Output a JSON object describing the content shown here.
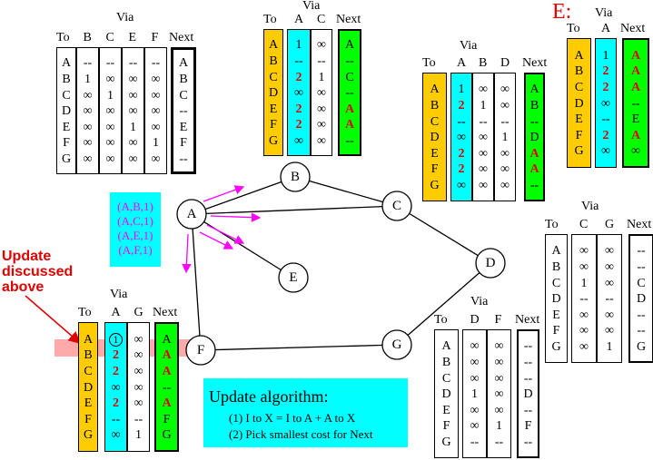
{
  "note": [
    "Update",
    "discussed",
    "above"
  ],
  "node_e_title": "E:",
  "messages": [
    "(A,B,1)",
    "(A,C,1)",
    "(A,E,1)",
    "(A,F,1)"
  ],
  "algorithm": {
    "title": "Update algorithm:",
    "step1": "(1) I to X = I to A + A to X",
    "step2": "(2) Pick smallest cost for Next"
  },
  "nodes": [
    "A",
    "B",
    "C",
    "D",
    "E",
    "F",
    "G"
  ],
  "tables": [
    {
      "id": "A",
      "via_label": "Via",
      "to_label": "To",
      "next_label": "Next",
      "via": [
        "B",
        "C",
        "E",
        "F"
      ],
      "rows": [
        [
          "A",
          "--",
          "--",
          "--",
          "--",
          "A"
        ],
        [
          "B",
          "1",
          "∞",
          "∞",
          "∞",
          "B"
        ],
        [
          "C",
          "∞",
          "1",
          "∞",
          "∞",
          "C"
        ],
        [
          "D",
          "∞",
          "∞",
          "∞",
          "∞",
          "--"
        ],
        [
          "E",
          "∞",
          "∞",
          "1",
          "∞",
          "E"
        ],
        [
          "F",
          "∞",
          "∞",
          "∞",
          "1",
          "F"
        ],
        [
          "G",
          "∞",
          "∞",
          "∞",
          "∞",
          "--"
        ]
      ]
    },
    {
      "id": "B",
      "via_label": "Via",
      "to_label": "To",
      "next_label": "Next",
      "via": [
        "A",
        "C"
      ],
      "rows": [
        [
          "A",
          "1",
          "∞",
          "A"
        ],
        [
          "B",
          "--",
          "--",
          "--"
        ],
        [
          "C",
          "2",
          "1",
          "C"
        ],
        [
          "D",
          "∞",
          "∞",
          "--"
        ],
        [
          "E",
          "2",
          "∞",
          "A"
        ],
        [
          "F",
          "2",
          "∞",
          "A"
        ],
        [
          "G",
          "∞",
          "∞",
          "--"
        ]
      ]
    },
    {
      "id": "C",
      "via_label": "Via",
      "to_label": "To",
      "next_label": "Next",
      "via": [
        "A",
        "B",
        "D"
      ],
      "rows": [
        [
          "A",
          "1",
          "∞",
          "∞",
          "A"
        ],
        [
          "B",
          "2",
          "1",
          "∞",
          "B"
        ],
        [
          "C",
          "--",
          "--",
          "--",
          "--"
        ],
        [
          "D",
          "∞",
          "∞",
          "1",
          "D"
        ],
        [
          "E",
          "2",
          "∞",
          "∞",
          "A"
        ],
        [
          "F",
          "2",
          "∞",
          "∞",
          "A"
        ],
        [
          "G",
          "∞",
          "∞",
          "∞",
          "--"
        ]
      ]
    },
    {
      "id": "E",
      "via_label": "Via",
      "to_label": "To",
      "next_label": "Next",
      "via": [
        "A"
      ],
      "rows": [
        [
          "A",
          "1",
          "A"
        ],
        [
          "B",
          "2",
          "A"
        ],
        [
          "C",
          "2",
          "A"
        ],
        [
          "D",
          "∞",
          "--"
        ],
        [
          "E",
          "--",
          "E"
        ],
        [
          "F",
          "2",
          "A"
        ],
        [
          "G",
          "∞",
          "∞"
        ]
      ]
    },
    {
      "id": "D",
      "via_label": "Via",
      "to_label": "To",
      "next_label": "Next",
      "via": [
        "C",
        "G"
      ],
      "rows": [
        [
          "A",
          "∞",
          "∞",
          "--"
        ],
        [
          "B",
          "∞",
          "∞",
          "--"
        ],
        [
          "C",
          "1",
          "∞",
          "C"
        ],
        [
          "D",
          "--",
          "--",
          "D"
        ],
        [
          "E",
          "∞",
          "∞",
          "--"
        ],
        [
          "F",
          "∞",
          "∞",
          "--"
        ],
        [
          "G",
          "∞",
          "1",
          "G"
        ]
      ]
    },
    {
      "id": "G",
      "via_label": "Via",
      "to_label": "To",
      "next_label": "Next",
      "via": [
        "D",
        "F"
      ],
      "rows": [
        [
          "A",
          "∞",
          "∞",
          "--"
        ],
        [
          "B",
          "∞",
          "∞",
          "--"
        ],
        [
          "C",
          "∞",
          "∞",
          "--"
        ],
        [
          "D",
          "1",
          "∞",
          "D"
        ],
        [
          "E",
          "∞",
          "∞",
          "--"
        ],
        [
          "F",
          "∞",
          "1",
          "F"
        ],
        [
          "G",
          "--",
          "--",
          "--"
        ]
      ]
    },
    {
      "id": "F",
      "via_label": "Via",
      "to_label": "To",
      "next_label": "Next",
      "via": [
        "A",
        "G"
      ],
      "rows": [
        [
          "A",
          "1",
          "∞",
          "A"
        ],
        [
          "B",
          "2",
          "∞",
          "A"
        ],
        [
          "C",
          "2",
          "∞",
          "A"
        ],
        [
          "D",
          "∞",
          "∞",
          "--"
        ],
        [
          "E",
          "2",
          "∞",
          "A"
        ],
        [
          "F",
          "--",
          "--",
          "F"
        ],
        [
          "G",
          "∞",
          "1",
          "G"
        ]
      ]
    }
  ],
  "colors": {
    "to": "#ffcc00",
    "via_a": "#00ffff",
    "next_changed": "#00ff00",
    "message": "#ff00ff",
    "highlight": "#ffaaaa",
    "note": "#e00000"
  }
}
